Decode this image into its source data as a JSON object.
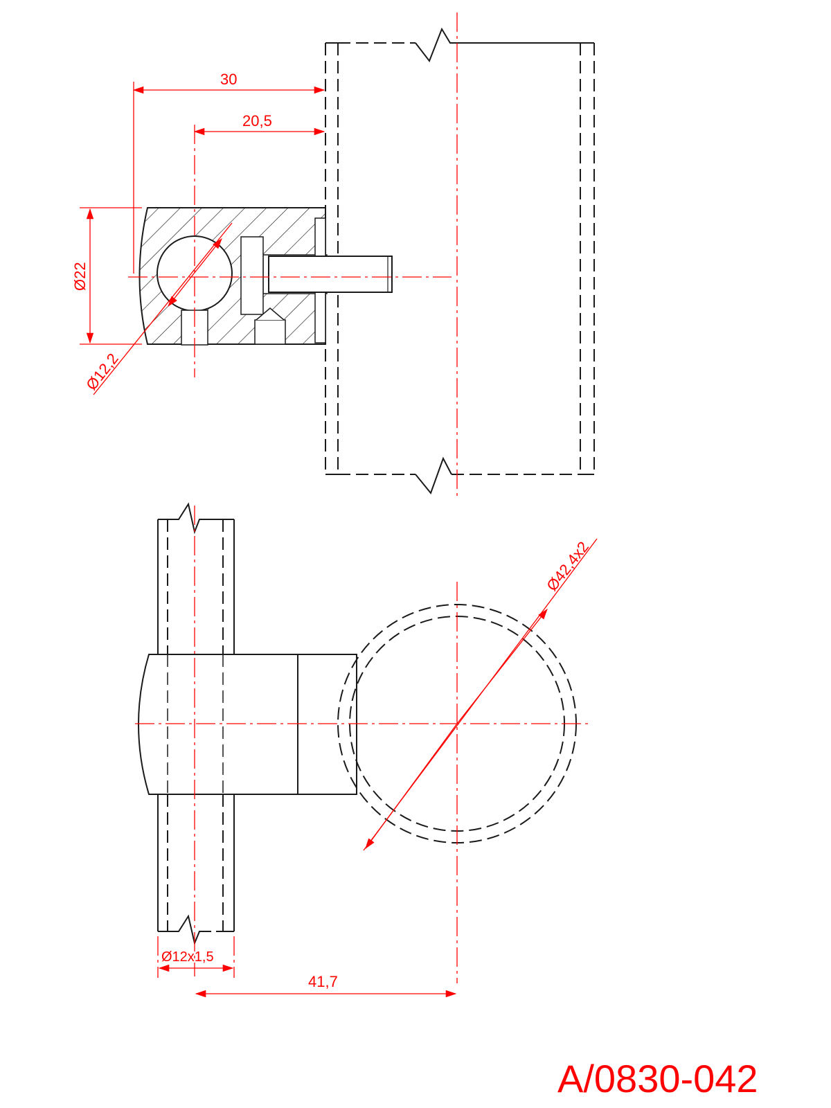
{
  "drawing": {
    "number": "A/0830-042",
    "accent_color": "#ff0000",
    "line_color": "#1a1a1a"
  },
  "dimensions": {
    "d30": "30",
    "d20_5": "20,5",
    "d22": "Ø22",
    "d12_2": "Ø12,2",
    "d42_4": "Ø42,4x2",
    "d12x1_5": "Ø12x1,5",
    "d41_7": "41,7"
  }
}
